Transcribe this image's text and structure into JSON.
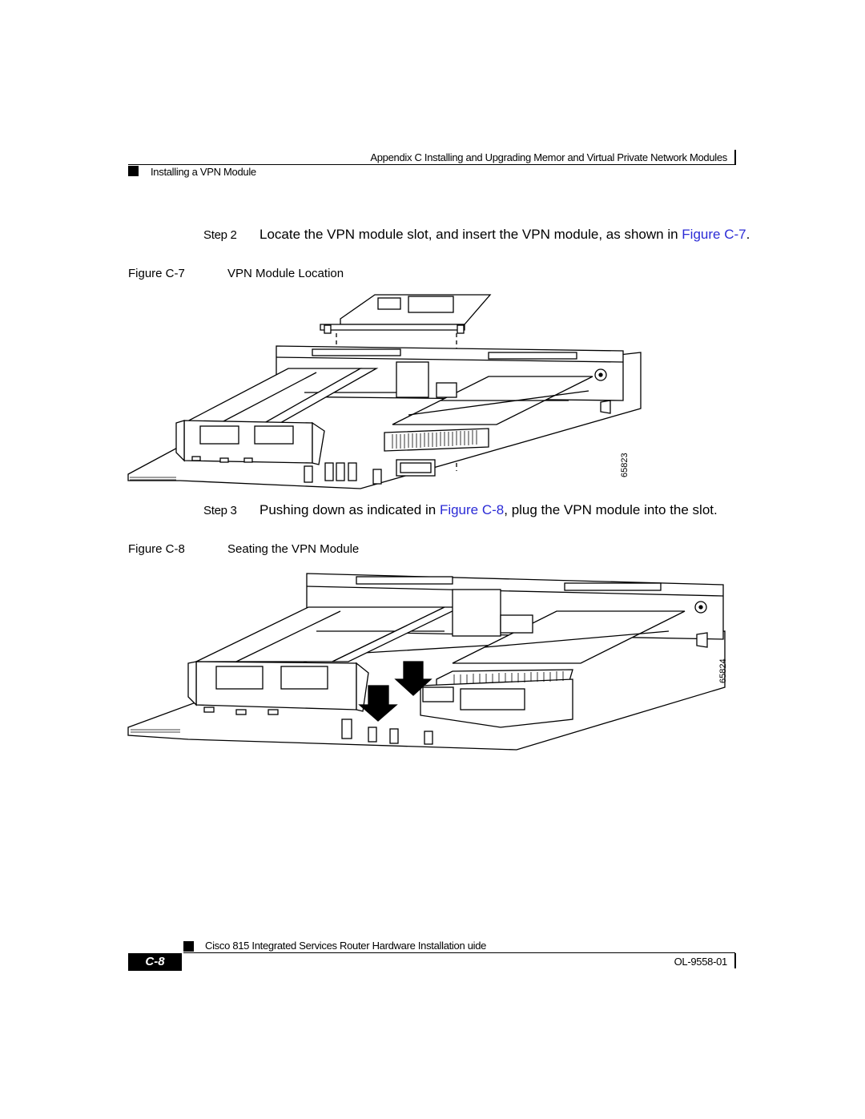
{
  "header": {
    "chapter": "Appendix C    Installing and Upgrading Memor   and Virtual Private Network Modules",
    "section": "Installing a VPN Module"
  },
  "step2": {
    "label": "Step 2",
    "text": "Locate the VPN module slot, and insert the VPN module, as shown in ",
    "link": "Figure C-7",
    "end": "."
  },
  "figure7": {
    "number": "Figure C-7",
    "title": "VPN Module Location",
    "art_id": "65823"
  },
  "step3": {
    "label": "Step 3",
    "text_before": "Pushing down as indicated in ",
    "link": "Figure C-8",
    "text_after": ", plug the VPN module into the slot."
  },
  "figure8": {
    "number": "Figure C-8",
    "title": "Seating the VPN Module",
    "art_id": "65824"
  },
  "footer": {
    "title": "Cisco 815 Integrated Services Router Hardware Installation   uide",
    "page": "C-8",
    "doc_number": "OL-9558-01"
  },
  "colors": {
    "text": "#000000",
    "link": "#2b2bd6"
  }
}
